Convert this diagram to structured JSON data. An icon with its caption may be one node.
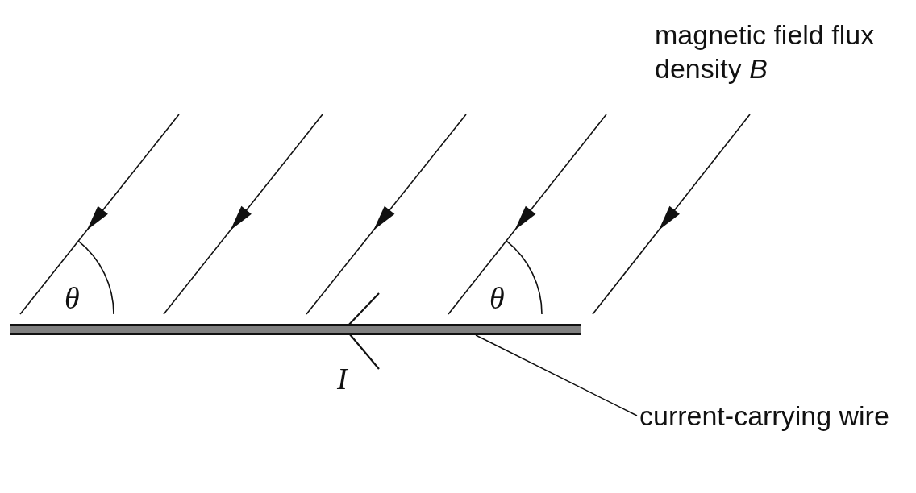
{
  "diagram": {
    "nodes": [
      {
        "text": [
          "current-carrying wire"
        ]
      },
      {
        "text": [],
        "shape": "bar"
      }
    ],
    "edges": [
      {
        "from": 0,
        "to": 1,
        "arrow": "none"
      }
    ],
    "labels": [
      "magnetic field flux density *B*",
      "θ",
      "θ",
      "I"
    ]
  }
}
